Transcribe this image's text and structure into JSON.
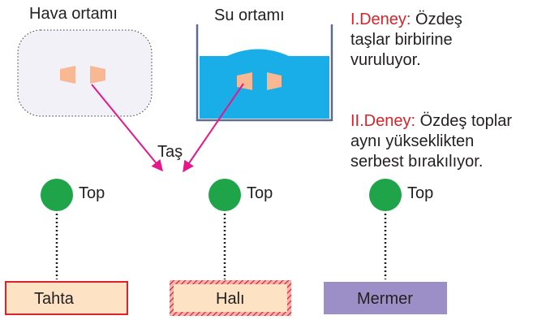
{
  "labels": {
    "air_medium": "Hava ortamı",
    "water_medium": "Su ortamı",
    "stone": "Taş"
  },
  "balls": [
    {
      "label": "Top"
    },
    {
      "label": "Top"
    },
    {
      "label": "Top"
    }
  ],
  "surfaces": [
    {
      "label": "Tahta",
      "fill": "#fde3c4",
      "border": "#e02228",
      "pattern": "solid"
    },
    {
      "label": "Halı",
      "fill": "#fde3c4",
      "border": "#e02228",
      "pattern": "hatched"
    },
    {
      "label": "Mermer",
      "fill": "#9c8fc7",
      "border": "#9c8fc7",
      "pattern": "solid"
    }
  ],
  "experiments": [
    {
      "heading": "I.Deney:",
      "lines": [
        "Özdeş",
        "taşlar birbirine",
        "vuruluyor."
      ]
    },
    {
      "heading": "II.Deney:",
      "lines": [
        "Özdeş toplar",
        "aynı yükseklikten",
        "serbest bırakılıyor."
      ]
    }
  ],
  "colors": {
    "ball": "#1fa44a",
    "water": "#19aee8",
    "arrow": "#e6178c",
    "stone": "#f8b894",
    "air_box": "#f1f1f7",
    "container": "#5f6b8c",
    "heading": "#d9232a"
  }
}
